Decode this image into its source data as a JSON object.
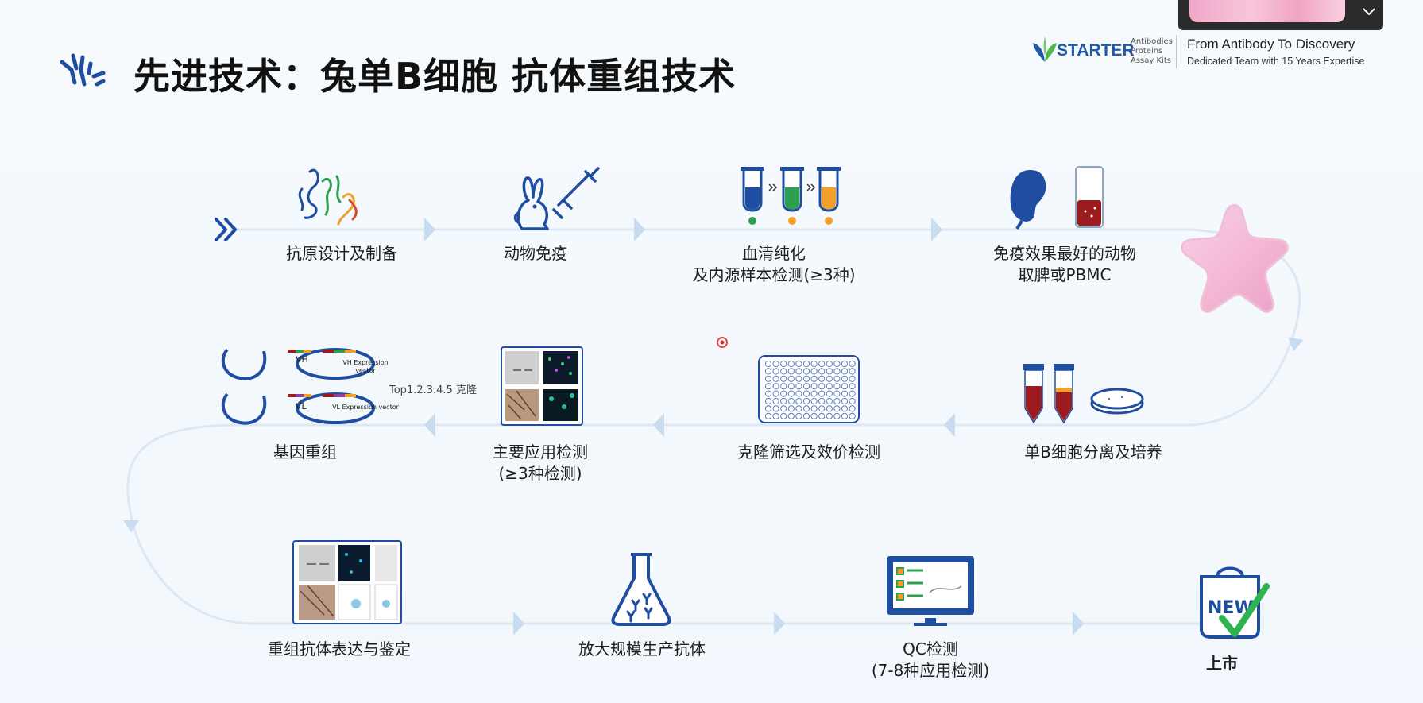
{
  "header": {
    "title": "先进技术：兔单B细胞 抗体重组技术"
  },
  "brand": {
    "name": "STARTER",
    "sub": [
      "Antibodies",
      "Proteins",
      "Assay Kits"
    ],
    "tagline": "From Antibody To Discovery",
    "tagline_sub": "Dedicated Team with 15 Years Expertise"
  },
  "steps": {
    "s1": "抗原设计及制备",
    "s2": "动物免疫",
    "s3_line1": "血清纯化",
    "s3_line2": "及内源样本检测(≥3种)",
    "s4_line1": "免疫效果最好的动物",
    "s4_line2": "取脾或PBMC",
    "s5": "单B细胞分离及培养",
    "s6": "克隆筛选及效价检测",
    "s7_line1": "主要应用检测",
    "s7_line2": "(≥3种检测)",
    "s8": "基因重组",
    "s9": "重组抗体表达与鉴定",
    "s10": "放大规模生产抗体",
    "s11_line1": "QC检测",
    "s11_line2": "(7-8种应用检测)",
    "s12": "上市"
  },
  "gene": {
    "vh": "VH",
    "vl": "VL",
    "vh_vector": "VH Expression vector",
    "vl_vector": "VL Expression vector",
    "clones_note": "Top1.2.3.4.5 克隆"
  },
  "market_badge": "NEW",
  "colors": {
    "primary_blue": "#1f4ea1",
    "flow_line": "#d9e6f3",
    "arrow": "#c5d9ee",
    "green": "#2e9e4f",
    "orange": "#f1a12a",
    "red": "#9b1b1e"
  }
}
